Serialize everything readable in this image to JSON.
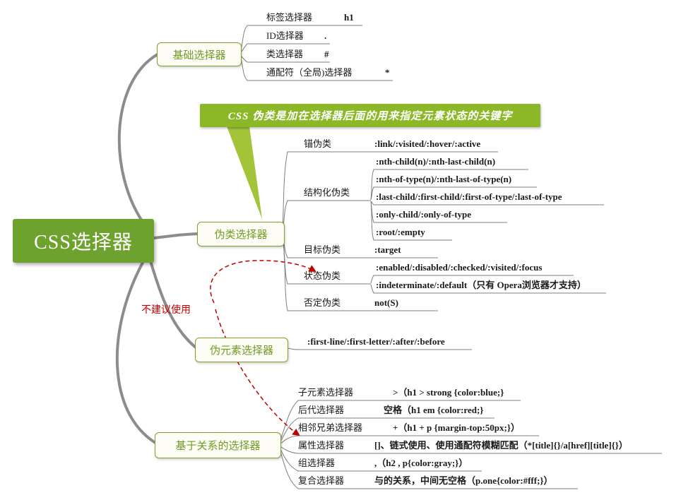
{
  "root": {
    "label": "CSS选择器"
  },
  "callout": {
    "text": "CSS 伪类是加在选择器后面的用来指定元素状态的关键字"
  },
  "warning": {
    "text": "不建议使用"
  },
  "colors": {
    "green": "#6da22f",
    "note_green": "#8cb828",
    "branch_gray": "#8c8c8c",
    "red": "#c00000"
  },
  "basic": {
    "label": "基础选择器",
    "items": [
      {
        "label": "标签选择器",
        "value": "h1"
      },
      {
        "label": "ID选择器",
        "value": "."
      },
      {
        "label": "类选择器",
        "value": "#"
      },
      {
        "label": "通配符（全局)选择器",
        "value": "*"
      }
    ]
  },
  "pseudo_class": {
    "label": "伪类选择器",
    "anchor": {
      "label": "锚伪类",
      "value": ":link/:visited/:hover/:active"
    },
    "structural": {
      "label": "结构化伪类",
      "items": [
        ":nth-child(n)/:nth-last-child(n)",
        ":nth-of-type(n)/:nth-last-of-type(n)",
        ":last-child/:first-child/:first-of-type/:last-of-type",
        ":only-child/:only-of-type",
        ":root/:empty"
      ]
    },
    "target": {
      "label": "目标伪类",
      "value": ":target"
    },
    "state": {
      "label": "状态伪类",
      "items": [
        ":enabled/:disabled/:checked/:visited/:focus",
        ":indeterminate/:default（只有 Opera浏览器才支持）"
      ]
    },
    "negation": {
      "label": "否定伪类",
      "value": "not(S)"
    }
  },
  "pseudo_element": {
    "label": "伪元素选择器",
    "value": ":first-line/:first-letter/:after/:before"
  },
  "relational": {
    "label": "基于关系的选择器",
    "items": [
      {
        "label": "子元素选择器",
        "value": ">（h1 > strong {color:blue;}"
      },
      {
        "label": "后代选择器",
        "value": "空格（h1 em {color:red;}"
      },
      {
        "label": "相邻兄弟选择器",
        "value": "+（h1 + p {margin-top:50px;}）"
      },
      {
        "label": "属性选择器",
        "value": "[]、链式使用、使用通配符模糊匹配（*[title]{}/a[href][title]{}）"
      },
      {
        "label": "组选择器",
        "value": ",（h2 , p{color:gray;}）"
      },
      {
        "label": "复合选择器",
        "value": "与的关系，中间无空格（p.one{color:#fff;}）"
      }
    ]
  }
}
